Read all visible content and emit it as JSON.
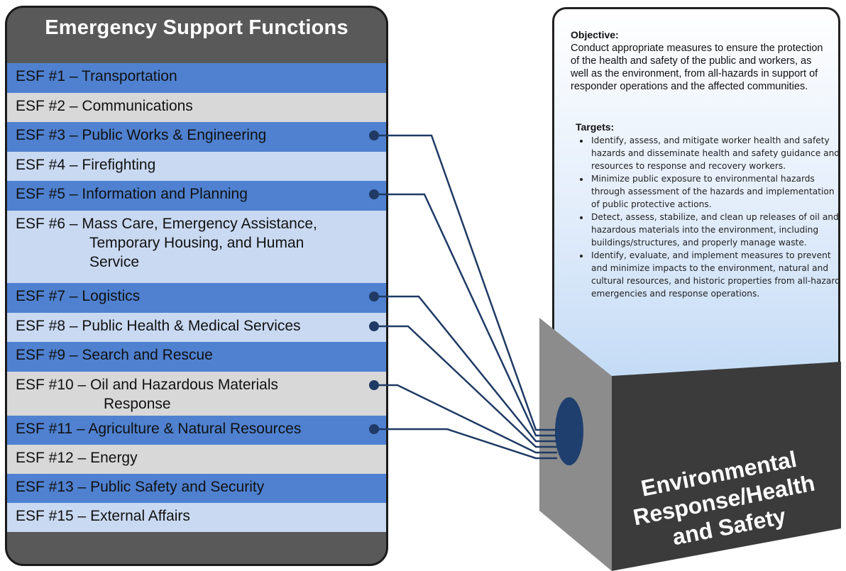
{
  "panel": {
    "title": "Emergency Support Functions"
  },
  "esf_items": [
    {
      "number": "ESF #1",
      "label": "Transportation",
      "connected": false
    },
    {
      "number": "ESF #2",
      "label": "Communications",
      "connected": false
    },
    {
      "number": "ESF #3",
      "label": "Public Works & Engineering",
      "connected": true
    },
    {
      "number": "ESF #4",
      "label": "Firefighting",
      "connected": false
    },
    {
      "number": "ESF #5",
      "label": "Information and Planning",
      "connected": true
    },
    {
      "number": "ESF #6",
      "label": "Mass Care, Emergency Assistance,\nTemporary Housing, and Human\nService",
      "connected": false
    },
    {
      "number": "ESF #7",
      "label": "Logistics",
      "connected": true
    },
    {
      "number": "ESF #8",
      "label": "Public Health & Medical Services",
      "connected": true
    },
    {
      "number": "ESF #9",
      "label": "Search and Rescue",
      "connected": false
    },
    {
      "number": "ESF #10",
      "label": "Oil and Hazardous Materials\nResponse",
      "connected": true
    },
    {
      "number": "ESF #11",
      "label": "Agriculture & Natural Resources",
      "connected": true
    },
    {
      "number": "ESF #12",
      "label": "Energy",
      "connected": false
    },
    {
      "number": "ESF #13",
      "label": "Public Safety and Security",
      "connected": false
    },
    {
      "number": "ESF #15",
      "label": "External Affairs",
      "connected": false
    }
  ],
  "objective_card": {
    "objective_title": "Objective:",
    "objective_text": "Conduct appropriate measures to ensure the protection of the health and safety of the public and workers, as well as the environment, from all-hazards in support of responder operations and the affected communities.",
    "targets_title": "Targets:",
    "targets": [
      "Identify, assess, and mitigate worker health and safety hazards and disseminate health and safety guidance and resources to response and recovery workers.",
      "Minimize public exposure to environmental hazards through assessment of the hazards and implementation of public protective actions.",
      "Detect, assess, stabilize, and clean up releases of oil and hazardous materials into the environment, including buildings/structures, and properly manage waste.",
      "Identify, evaluate, and implement measures to prevent and minimize impacts to the environment, natural and cultural resources, and historic properties from all-hazard emergencies and response operations."
    ]
  },
  "box": {
    "label_line1": "Environmental",
    "label_line2": "Response/Health",
    "label_line3": "and Safety"
  },
  "colors": {
    "row_dark": "#4f81d0",
    "row_grey": "#d8d8d8",
    "row_light": "#c9d9f2",
    "connector": "#1f3a64",
    "box_front": "#3a3a3a",
    "box_side": "#8a8a8a"
  }
}
